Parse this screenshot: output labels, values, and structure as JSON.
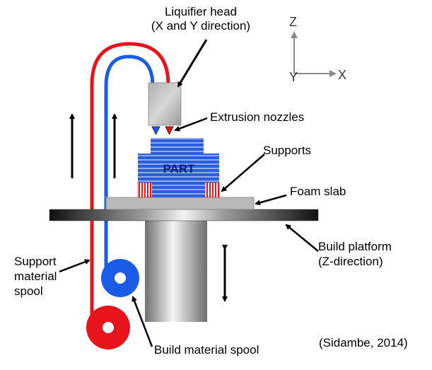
{
  "labels": {
    "liquifier_line1": "Liquifier head",
    "liquifier_line2": "(X and Y direction)",
    "extrusion_nozzles": "Extrusion nozzles",
    "supports": "Supports",
    "part": "PART",
    "foam_slab": "Foam slab",
    "build_platform_line1": "Build platform",
    "build_platform_line2": "(Z-direction)",
    "support_spool_line1": "Support",
    "support_spool_line2": "material",
    "support_spool_line3": "spool",
    "build_spool": "Build material spool",
    "citation": "(Sidambe, 2014)"
  },
  "axes": {
    "z": "Z",
    "y": "Y",
    "x": "X"
  },
  "colors": {
    "support_filament": "#e8141c",
    "build_filament": "#1a5ce6",
    "part_blue": "#2b5fd9",
    "part_stripe": "#9db8f2",
    "arrow": "#000000"
  }
}
